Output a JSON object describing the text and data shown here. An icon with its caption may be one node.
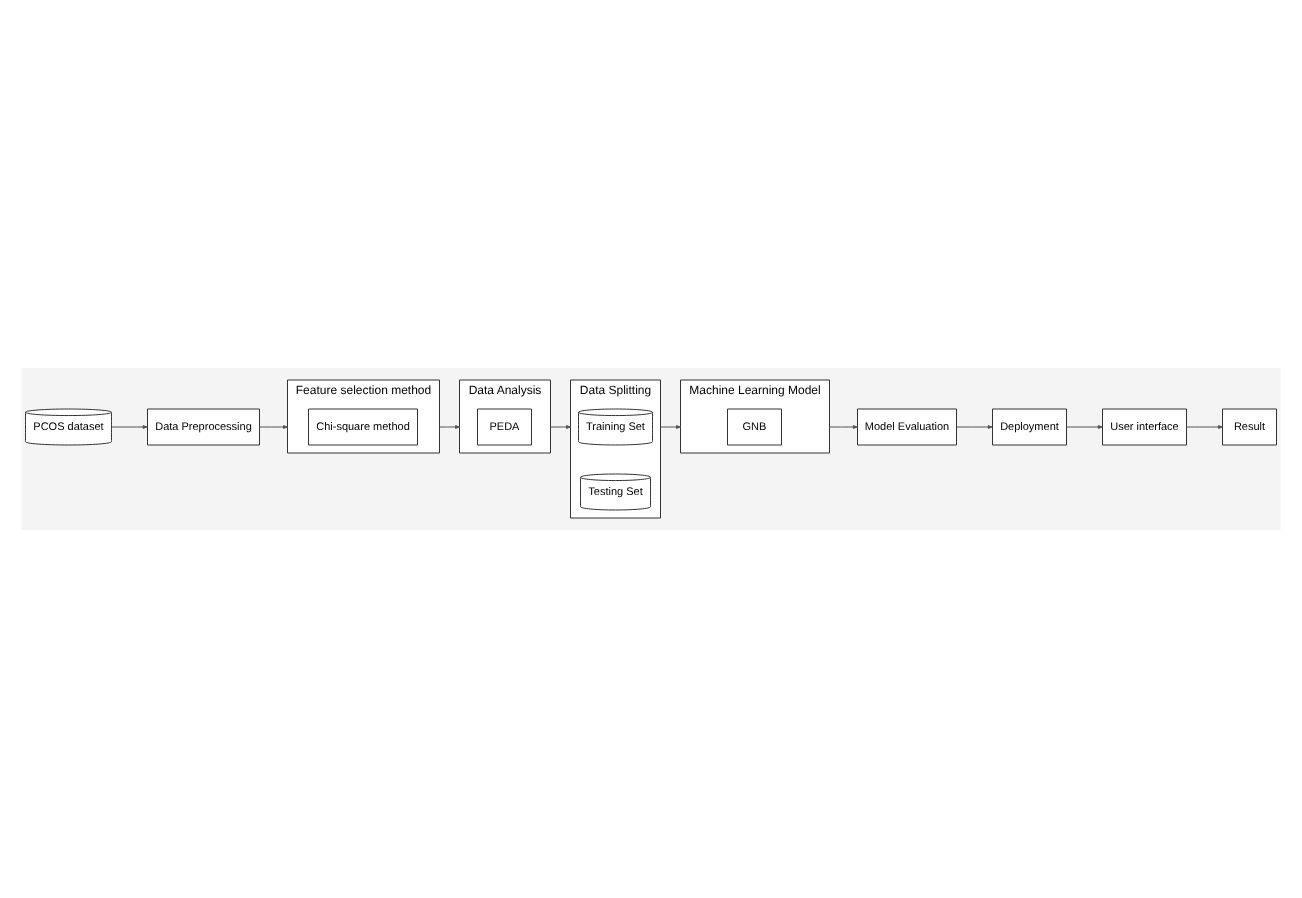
{
  "diagram": {
    "nodes": [
      {
        "text": [
          "PCOS dataset"
        ]
      },
      {
        "text": [
          "Data Preprocessing"
        ]
      },
      {
        "text": [
          "Feature selection method"
        ]
      },
      {
        "text": [
          "Chi-square method"
        ],
        "in": 2
      },
      {
        "text": [
          "Data Splitting"
        ]
      },
      {
        "text": [
          "Training Set"
        ],
        "in": 4
      },
      {
        "text": [
          "Testing Set"
        ],
        "in": 4
      },
      {
        "text": [
          "Data Analysis"
        ]
      },
      {
        "text": [
          "PEDA"
        ],
        "in": 7
      },
      {
        "text": [
          "Machine Learning Model"
        ]
      },
      {
        "text": [
          "GNB"
        ],
        "in": 9
      },
      {
        "text": [
          "Model Evaluation"
        ]
      },
      {
        "text": [
          "Deployment"
        ]
      },
      {
        "text": [
          "User interface"
        ]
      },
      {
        "text": [
          "Result"
        ]
      }
    ],
    "edges": [
      {
        "from": 0,
        "to": 1,
        "arrow": "to"
      },
      {
        "from": 1,
        "to": 2,
        "arrow": "to"
      },
      {
        "from": 2,
        "to": 7,
        "arrow": "to"
      },
      {
        "from": 7,
        "to": 4,
        "arrow": "to"
      },
      {
        "from": 4,
        "to": 9,
        "arrow": "to"
      },
      {
        "from": 9,
        "to": 11,
        "arrow": "to"
      },
      {
        "from": 11,
        "to": 12,
        "arrow": "to"
      },
      {
        "from": 12,
        "to": 13,
        "arrow": "to"
      },
      {
        "from": 13,
        "to": 14,
        "arrow": "to"
      }
    ]
  }
}
